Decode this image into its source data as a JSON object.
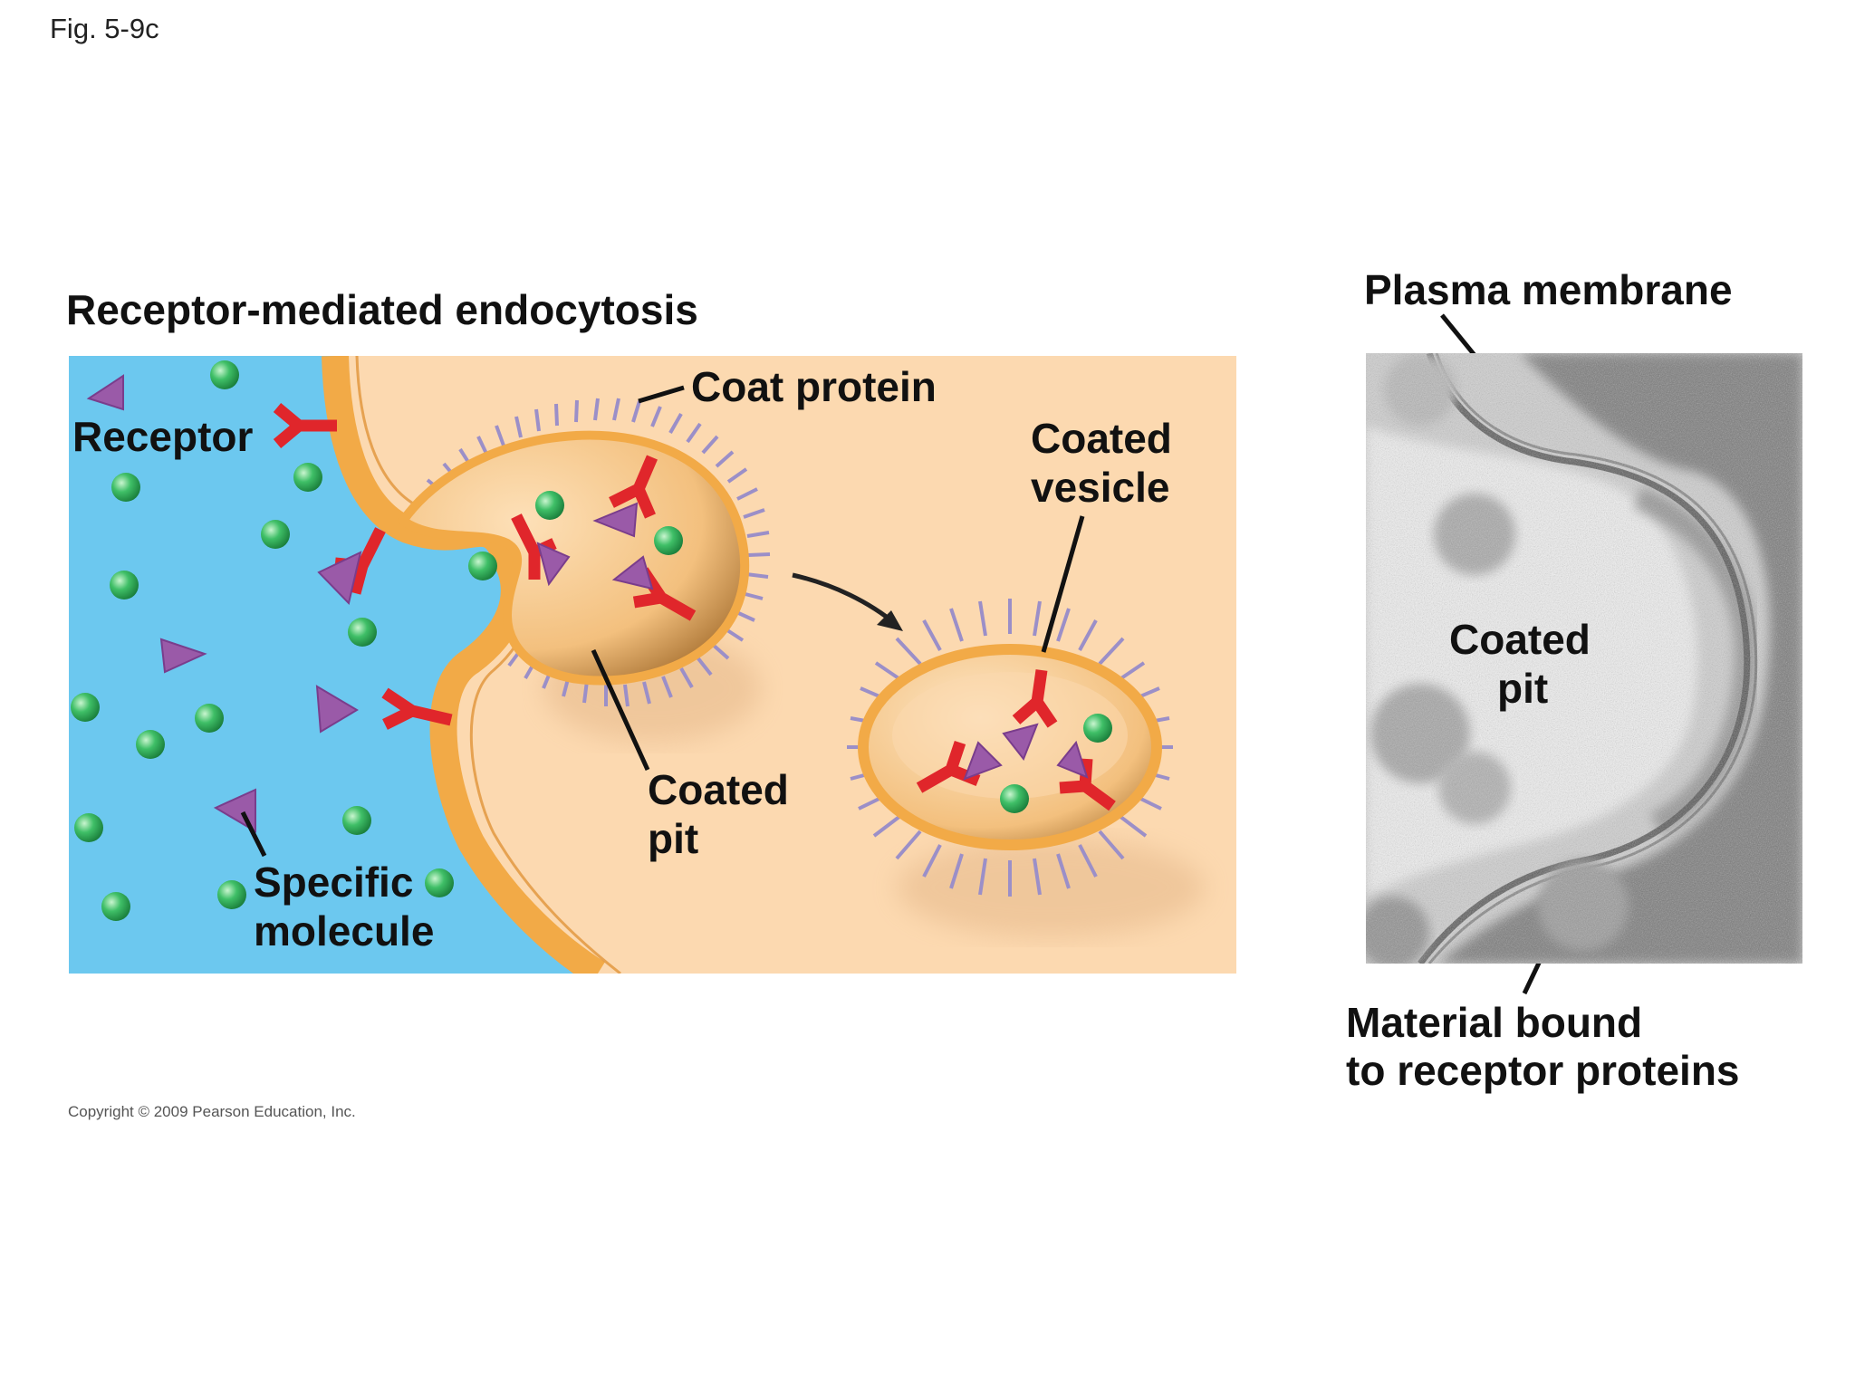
{
  "figure_number": "Fig. 5-9c",
  "title": "Receptor-mediated endocytosis",
  "labels": {
    "receptor": "Receptor",
    "coat_protein": "Coat protein",
    "coated_vesicle_line1": "Coated",
    "coated_vesicle_line2": "vesicle",
    "coated_pit_line1": "Coated",
    "coated_pit_line2": "pit",
    "specific_molecule_line1": "Specific",
    "specific_molecule_line2": "molecule",
    "plasma_membrane": "Plasma membrane",
    "em_coated_pit_line1": "Coated",
    "em_coated_pit_line2": "pit",
    "material_bound_line1": "Material bound",
    "material_bound_line2": "to receptor proteins"
  },
  "copyright": "Copyright © 2009 Pearson Education, Inc.",
  "colors": {
    "extracellular": "#6cc8ef",
    "cytoplasm": "#fcd9b0",
    "membrane": "#f2aa47",
    "receptor": "#e0262b",
    "ligand": "#9a5aa8",
    "molecule": "#2aa851",
    "coat": "#9b8fc8"
  }
}
